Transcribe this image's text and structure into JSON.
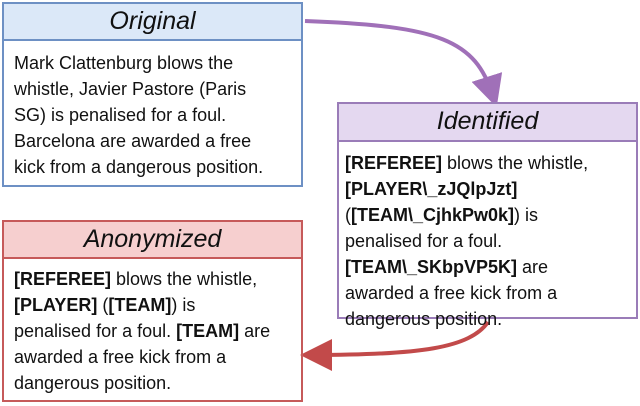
{
  "original": {
    "title": "Original",
    "lines": [
      "Mark Clattenburg blows the",
      "whistle, Javier Pastore (Paris",
      "SG) is penalised for a foul.",
      "Barcelona are awarded a free",
      "kick from a dangerous position."
    ]
  },
  "identified": {
    "title": "Identified",
    "t1": "[REFEREE]",
    "t2": " blows the whistle,",
    "t3": "[PLAYER\\_zJQlpJzt]",
    "t4": "(",
    "t5": "[TEAM\\_CjhkPw0k]",
    "t6": ") is",
    "t7": "penalised for a foul.",
    "t8": "[TEAM\\_SKbpVP5K]",
    "t9": " are",
    "t10": "awarded a free kick from a",
    "t11": "dangerous position."
  },
  "anonymized": {
    "title": "Anonymized",
    "t1": "[REFEREE]",
    "t2": " blows the whistle,",
    "t3": "[PLAYER]",
    "t4": " (",
    "t5": "[TEAM]",
    "t6": ") is",
    "t7": "penalised for a foul. ",
    "t8": "[TEAM]",
    "t9": " are",
    "t10": "awarded a free kick from a",
    "t11": "dangerous position."
  },
  "colors": {
    "original_border": "#6d90c4",
    "identified_border": "#9a7cb8",
    "anonymized_border": "#c65a5a",
    "arrow_purple": "#a070b8",
    "arrow_red": "#c24a4a"
  }
}
